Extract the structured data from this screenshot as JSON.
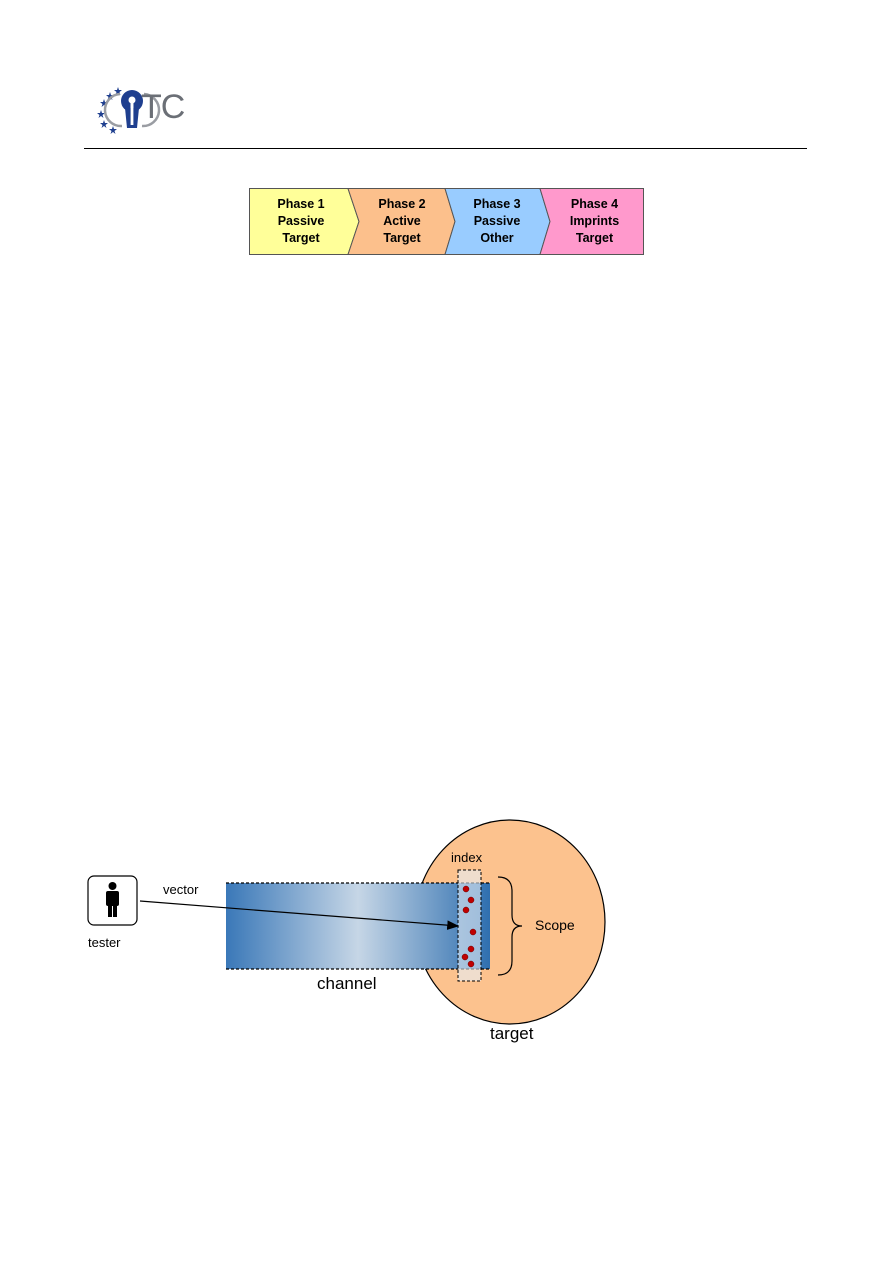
{
  "header": {
    "logo_text": "TC"
  },
  "phases": [
    {
      "line1": "Phase 1",
      "line2": "Passive",
      "line3": "Target",
      "color": "#ffff99"
    },
    {
      "line1": "Phase 2",
      "line2": "Active",
      "line3": "Target",
      "color": "#fcc08c"
    },
    {
      "line1": "Phase 3",
      "line2": "Passive",
      "line3": "Other",
      "color": "#99ccff"
    },
    {
      "line1": "Phase 4",
      "line2": "Imprints",
      "line3": "Target",
      "color": "#ff99cc"
    }
  ],
  "diagram": {
    "tester_label": "tester",
    "vector_label": "vector",
    "channel_label": "channel",
    "index_label": "index",
    "scope_label": "Scope",
    "target_label": "target",
    "target_color": "#fcc28e",
    "channel_color": "#3f7fbf",
    "point_color": "#c00000"
  }
}
